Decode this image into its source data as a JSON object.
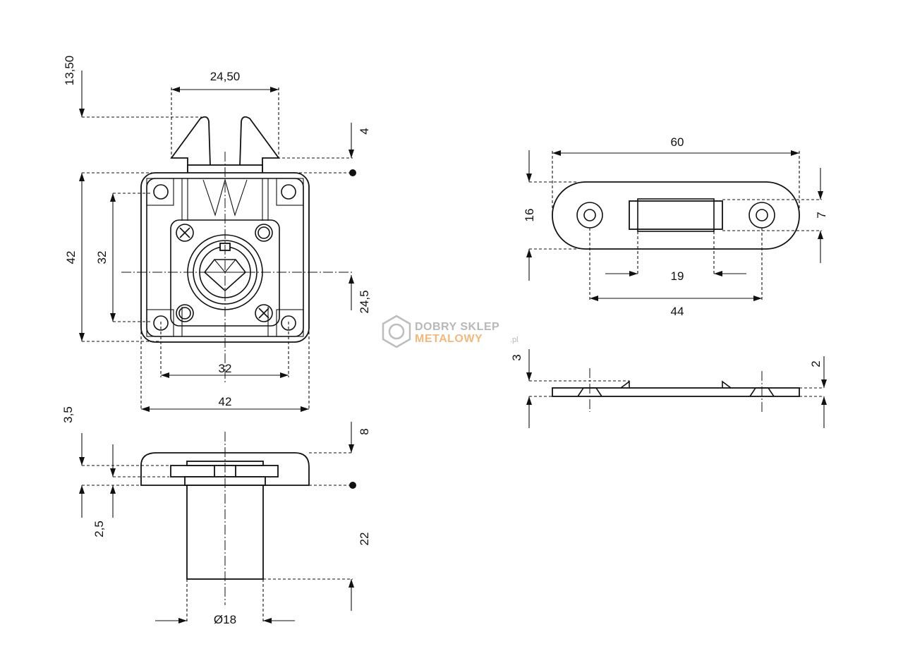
{
  "dimensions": {
    "front": {
      "top_height": "13,50",
      "hook_span": "24,50",
      "hook_depth": "4",
      "body_height": "42",
      "hole_spacing_v": "32",
      "center_offset": "24,5",
      "hole_spacing_h": "32",
      "body_width": "42"
    },
    "side": {
      "flange": "3,5",
      "step": "2,5",
      "head": "8",
      "cylinder_length": "22",
      "diameter": "Ø18"
    },
    "strike": {
      "length": "60",
      "width": "16",
      "height": "7",
      "slot": "19",
      "hole_spacing": "44",
      "profile_thickness": "3",
      "profile_step": "2"
    }
  },
  "watermark": {
    "line1": "DOBRY SKLEP",
    "line2": "METALOWY",
    "suffix": ".pl"
  }
}
